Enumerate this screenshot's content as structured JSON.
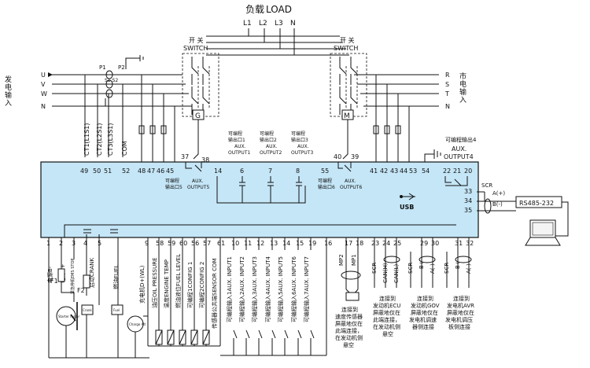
{
  "title": {
    "cn": "负载",
    "en": "LOAD"
  },
  "load_phases": [
    "L1",
    "L2",
    "L3",
    "N"
  ],
  "gen_phases": [
    "U",
    "V",
    "W",
    "N"
  ],
  "mains_phases": [
    "R",
    "S",
    "T",
    "N"
  ],
  "gen_side_label": [
    "发",
    "电",
    "输",
    "入"
  ],
  "mains_side_label": [
    "市",
    "电",
    "输",
    "入"
  ],
  "switch_label": {
    "cn": "开 关",
    "en": "SWITCH"
  },
  "switch_gen_letter": "G",
  "switch_mains_letter": "M",
  "ct_labels": [
    "P1",
    "P2",
    "S1 S2"
  ],
  "ct_wires": [
    "CT1(L1S1)",
    "CT2(L2S1)",
    "CT3(L3S1)",
    "COM"
  ],
  "top_terminals": [
    {
      "n": "49"
    },
    {
      "n": "50"
    },
    {
      "n": "51"
    },
    {
      "n": "52"
    },
    {
      "n": "48"
    },
    {
      "n": "47"
    },
    {
      "n": "46"
    },
    {
      "n": "45"
    },
    {
      "n": "14"
    },
    {
      "n": "6"
    },
    {
      "n": "7"
    },
    {
      "n": "8"
    },
    {
      "n": "55"
    },
    {
      "n": "41"
    },
    {
      "n": "42"
    },
    {
      "n": "43"
    },
    {
      "n": "44"
    },
    {
      "n": "53"
    },
    {
      "n": "54"
    },
    {
      "n": "22"
    },
    {
      "n": "21"
    },
    {
      "n": "20"
    }
  ],
  "relay_37_38": {
    "a": "37",
    "b": "38",
    "cn": "可编程",
    "cn2": "输出口5",
    "en": "AUX.",
    "en2": "OUTPUT5"
  },
  "relay_40_39": {
    "a": "40",
    "b": "39",
    "cn": "可编程",
    "cn2": "输出口6",
    "en": "AUX.",
    "en2": "OUTPUT6"
  },
  "aux_outputs": [
    {
      "cn": "可编程",
      "cn2": "输出口1",
      "en": "AUX.",
      "en2": "OUTPUT1"
    },
    {
      "cn": "可编程",
      "cn2": "输出口2",
      "en": "AUX.",
      "en2": "OUTPUT2"
    },
    {
      "cn": "可编程",
      "cn2": "输出口3",
      "en": "AUX.",
      "en2": "OUTPUT3"
    }
  ],
  "aux4": {
    "cn": "可编程输出4",
    "en": "AUX.",
    "en2": "OUTPUT4"
  },
  "right_terms": [
    "33",
    "34",
    "35"
  ],
  "scr_label": "SCR",
  "rs485_ab": [
    "A(+)",
    "B(-)"
  ],
  "rs485_label": "RS485-232",
  "usb_label": "USB",
  "bottom_terminals": [
    "1",
    "2",
    "3",
    "4",
    "5",
    "9",
    "58",
    "59",
    "60",
    "56",
    "57",
    "61",
    "10",
    "11",
    "12",
    "13",
    "14",
    "15",
    "19",
    "16",
    "17",
    "18",
    "23",
    "24",
    "25",
    "29",
    "30",
    "31",
    "32"
  ],
  "vertical_labels": [
    {
      "cn": "电源",
      "en": "B-"
    },
    {
      "cn": "电源",
      "en": "B+"
    },
    {
      "cn": "紧急停机",
      "en": "EMS STOP"
    },
    {
      "cn": "启动",
      "en": "CRANK"
    },
    {
      "cn": "燃油",
      "en": "FUEL"
    },
    {
      "cn": "充电机",
      "en": "D+(WL)"
    },
    {
      "cn": "油压",
      "en": "OIL PRESSURE"
    },
    {
      "cn": "温度",
      "en": "ENGINE TEMP"
    },
    {
      "cn": "燃油液位",
      "en": "FUEL LEVEL"
    },
    {
      "cn": "可编程1",
      "en": "CONFIG 1"
    },
    {
      "cn": "可编程2",
      "en": "CONFIG 2"
    },
    {
      "cn": "传感器公共端",
      "en": "SENSOR COM"
    },
    {
      "cn": "可编程输入1",
      "en": "AUX. INPUT1"
    },
    {
      "cn": "可编程输入2",
      "en": "AUX. INPUT2"
    },
    {
      "cn": "可编程输入3",
      "en": "AUX. INPUT3"
    },
    {
      "cn": "可编程输入4",
      "en": "AUX. INPUT4"
    },
    {
      "cn": "可编程输入5",
      "en": "AUX. INPUT5"
    },
    {
      "cn": "可编程输入6",
      "en": "AUX. INPUT6"
    },
    {
      "cn": "可编程输入7",
      "en": "AUX. INPUT7"
    }
  ],
  "mp_labels": [
    "MP2",
    "MP1"
  ],
  "fuse_labels": [
    "F1",
    "F2"
  ],
  "device_labels": {
    "starter": "Starter motor",
    "crank": "Crank",
    "fuel": "Fuel",
    "charge": "Charge Alt"
  },
  "can_groups": [
    {
      "scr": "SCR",
      "a": "CAN(H)",
      "b": "CAN(L)"
    },
    {
      "scr": "SCR",
      "a": "B+",
      "b": "A(-)"
    },
    {
      "scr": "SCR",
      "a": "B+",
      "b": "A(-)"
    }
  ],
  "notes": [
    [
      "连接到",
      "速度传感器",
      "屏蔽地仅在",
      "此端连接，",
      "在发动机侧",
      "悬空"
    ],
    [
      "连接到",
      "发动机ECU",
      "屏蔽地仅在",
      "此端连接，",
      "在发动机侧",
      "悬空"
    ],
    [
      "连接到",
      "发动机GOV",
      "屏蔽地仅在",
      "发电机调速",
      "器侧连接"
    ],
    [
      "连接到",
      "发电机AVR",
      "屏蔽地仅在",
      "发电机调压",
      "板侧连接"
    ]
  ]
}
